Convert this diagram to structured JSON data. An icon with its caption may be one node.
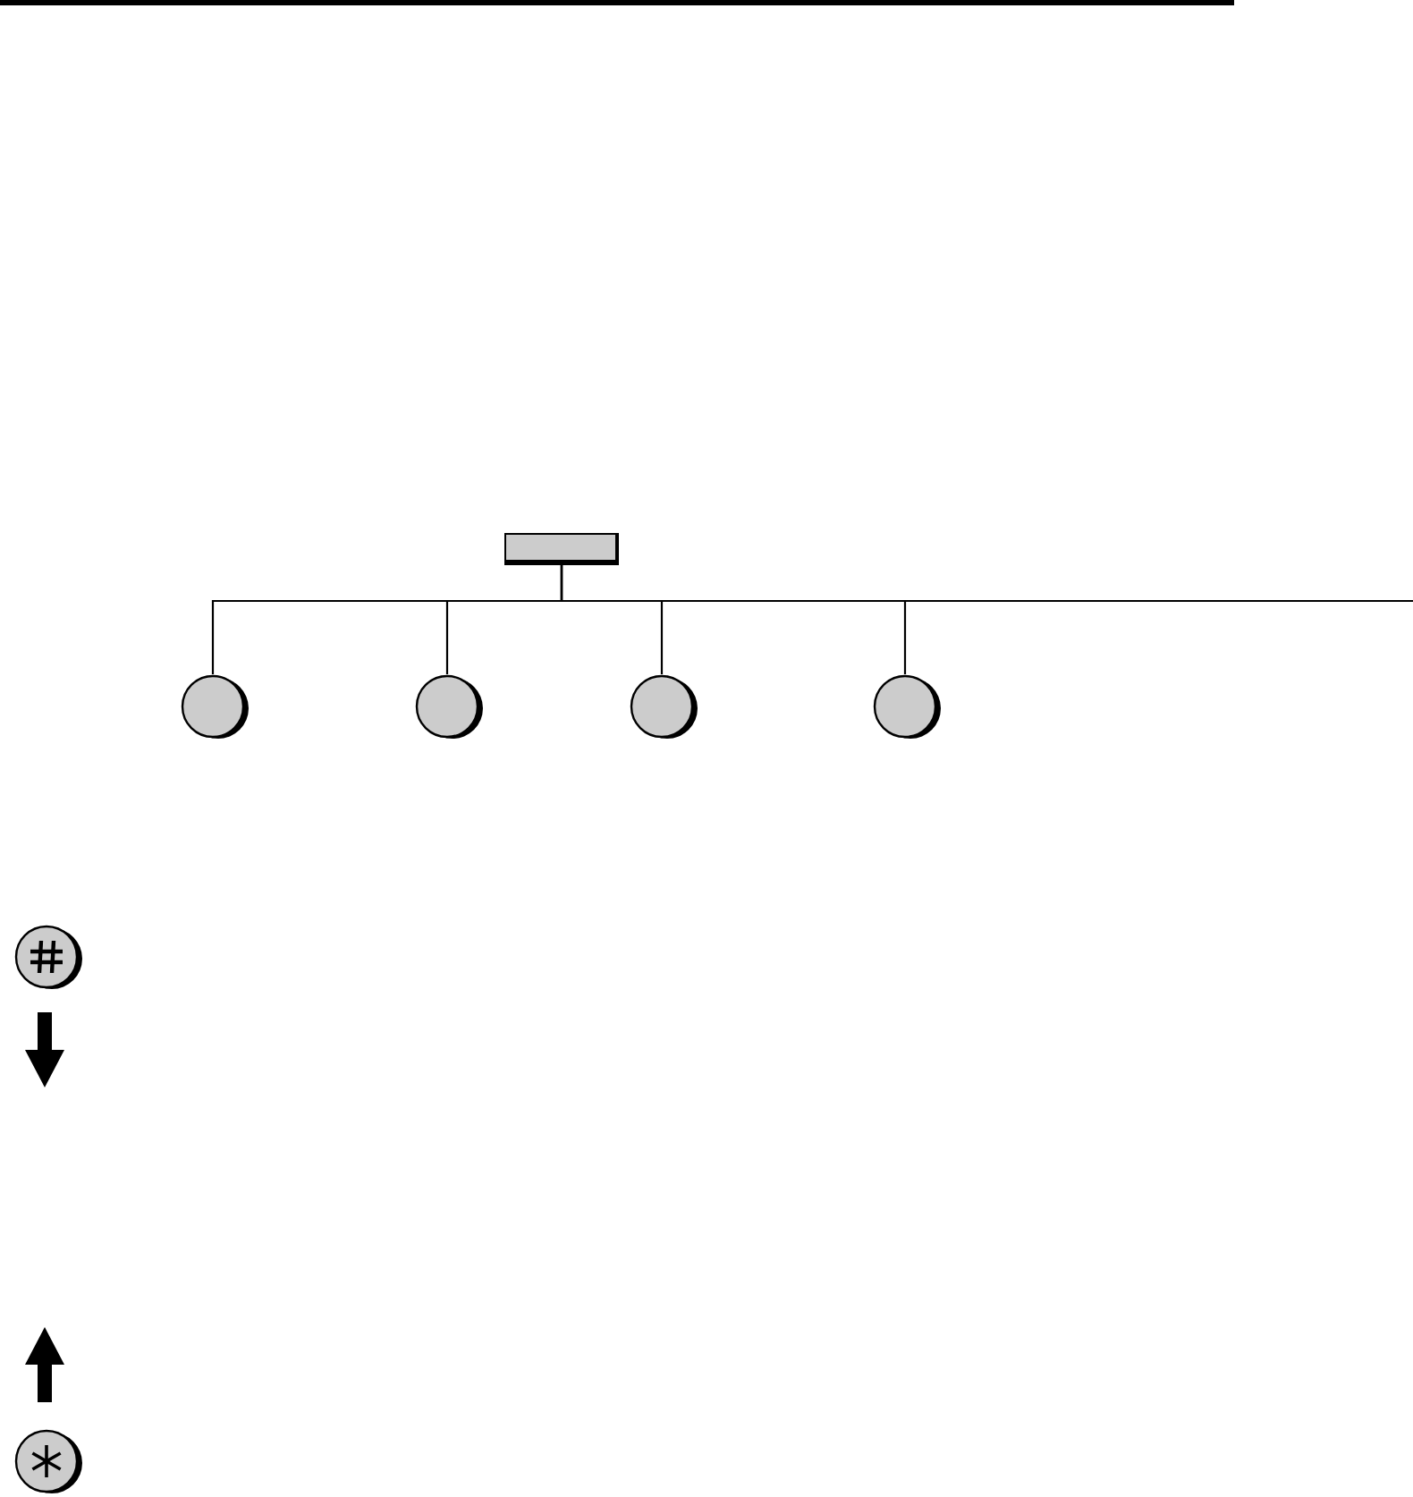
{
  "diagram": {
    "nodes": [
      {
        "text": [],
        "shape": "box"
      },
      {
        "text": [],
        "shape": "circle"
      },
      {
        "text": [],
        "shape": "circle"
      },
      {
        "text": [],
        "shape": "circle"
      },
      {
        "text": [],
        "shape": "circle"
      }
    ],
    "edges": [
      {
        "from": 0,
        "to": 1,
        "arrow": "none"
      },
      {
        "from": 0,
        "to": 2,
        "arrow": "none"
      },
      {
        "from": 0,
        "to": 3,
        "arrow": "none"
      },
      {
        "from": 0,
        "to": 4,
        "arrow": "none"
      },
      {
        "from": 0,
        "to": null,
        "arrow": "none"
      }
    ]
  }
}
